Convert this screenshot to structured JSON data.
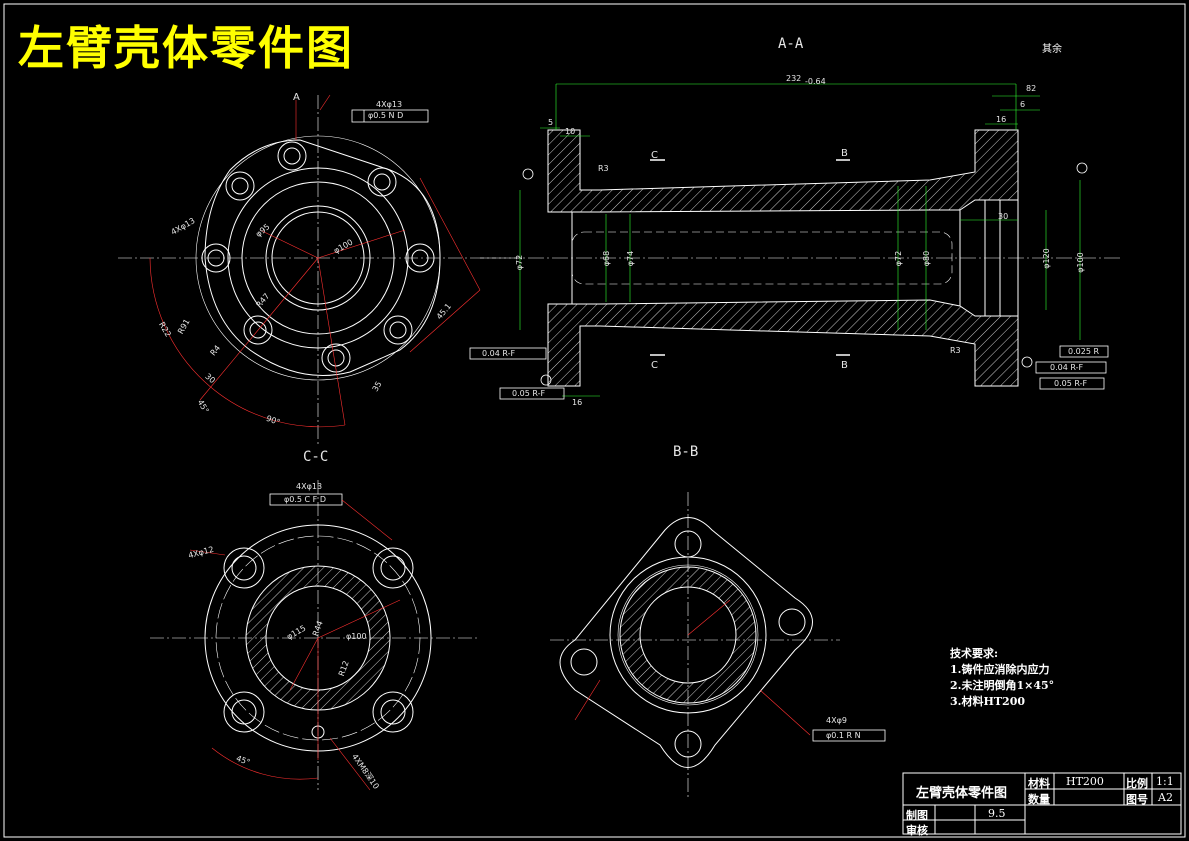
{
  "title": "左臂壳体零件图",
  "views": {
    "aa": "A-A",
    "cc": "C-C",
    "bb": "B-B"
  },
  "surface_note": "其余",
  "section_marks": {
    "a": "A",
    "b": "B",
    "c": "C"
  },
  "dims_aa": {
    "overall": "232",
    "overall_tol": "-0.64",
    "right_top": "82",
    "d5": "5",
    "d10": "10",
    "d6": "6",
    "d16top": "16",
    "d30": "30",
    "d16bot": "16",
    "dia_left": "φ72",
    "dia_68": "φ68",
    "dia_74": "φ74",
    "dia_72": "φ72",
    "dia_80": "φ80",
    "dia_right": "φ120",
    "dia_100": "φ100",
    "r3_left": "R3",
    "r3_right": "R3"
  },
  "tolerances": {
    "pos_cc": "4Xφ13",
    "pos_cc_frame": "φ0.5  N  D",
    "pos_bb": "4Xφ13",
    "pos_bb_frame": "φ0.5  C  F  D",
    "runout_left": "0.04 R-F",
    "runout_left2": "0.05 R-F",
    "circ_right": "0.025 R",
    "runout_right": "0.04 R-F",
    "runout_right2": "0.05 R-F",
    "pos_b2": "4Xφ9",
    "pos_b2_frame": "φ0.1  R  N"
  },
  "dims_cc": {
    "hole": "4Xφ13",
    "d95": "φ95",
    "d100": "φ100",
    "r47": "R47",
    "r4": "R4",
    "r91": "R91",
    "r22": "R22",
    "a45": "45°",
    "a35": "35",
    "r90": "90°",
    "a30": "30",
    "m": "45.1"
  },
  "dims_bb": {
    "hole": "4Xφ12",
    "d115": "φ115",
    "d100": "φ100",
    "r44": "R44",
    "r12": "R12",
    "a45": "45°",
    "b4x": "4XM8深10"
  },
  "tech_req": {
    "heading": "技术要求:",
    "items": [
      "1.铸件应消除内应力",
      "2.未注明倒角1×45°",
      "3.材料HT200"
    ]
  },
  "title_block": {
    "name": "左臂壳体零件图",
    "material_label": "材料",
    "material_value": "HT200",
    "scale_label": "比例",
    "scale_value": "1:1",
    "qty_label": "数量",
    "sheet_label": "图号",
    "sheet_value": "A2",
    "draw_label": "制图",
    "date": "9.5",
    "check_label": "审核"
  },
  "colors": {
    "background": "#000000",
    "line": "#ffffff",
    "title": "#ffff00",
    "dim_red": "#ff3030",
    "dim_green": "#30ff30"
  }
}
